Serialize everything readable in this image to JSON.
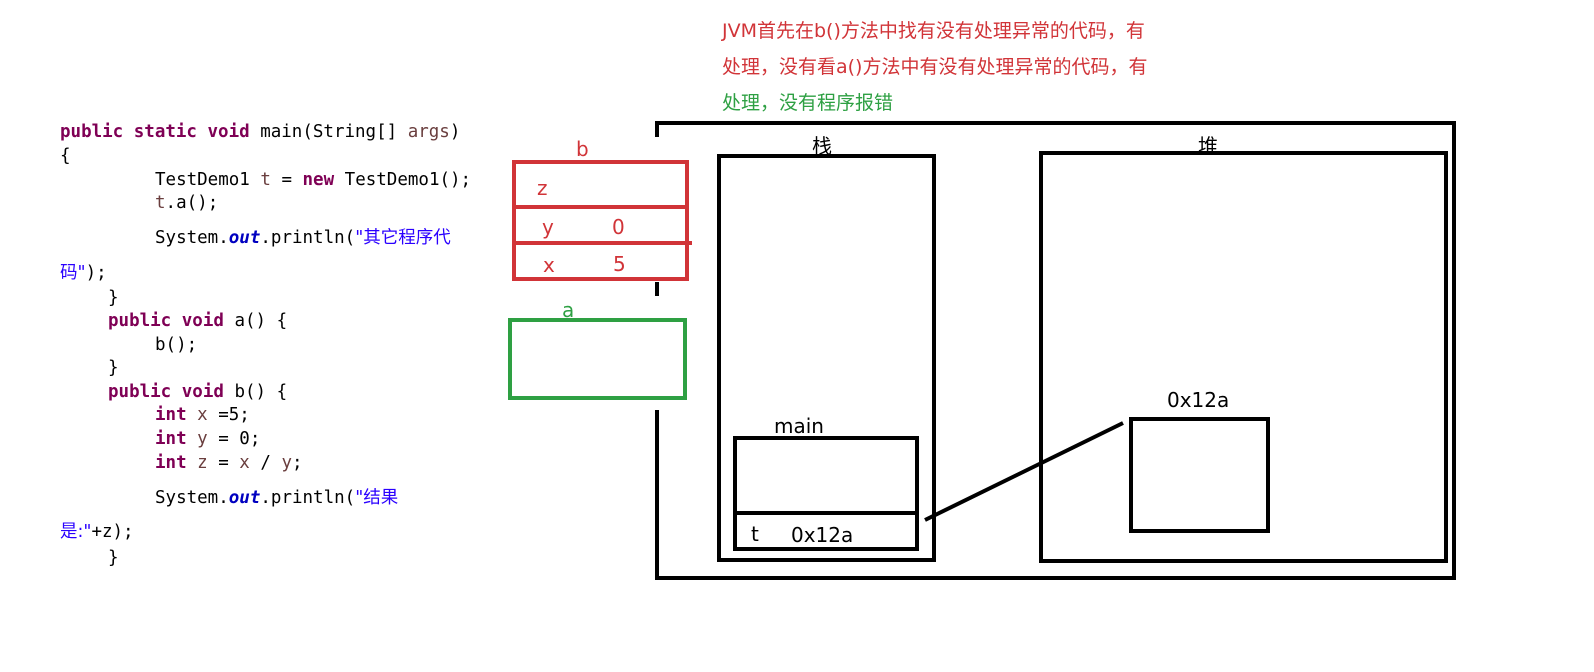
{
  "code": {
    "main_sig_kw": "public static void",
    "main_sig_rest": " main(String[] ",
    "main_sig_args": "args",
    "main_sig_end": ")",
    "open_brace": "{",
    "l_new_type": "TestDemo1 ",
    "l_new_var": "t",
    "l_new_eq": " = ",
    "l_new_kw": "new",
    "l_new_rest": " TestDemo1();",
    "l_call_a_var": "t",
    "l_call_a_rest": ".a();",
    "l_print1_pre": "System.",
    "l_print1_out": "out",
    "l_print1_mid": ".println(",
    "l_print1_str": "\"其它程序代",
    "l_print1_wrap_str": "码\"",
    "l_print1_wrap_end": ");",
    "close_main": "}",
    "a_sig_kw": "public void",
    "a_sig_rest": " a() {",
    "a_body": "b();",
    "close_a": "}",
    "b_sig_kw": "public void",
    "b_sig_rest": " b() {",
    "int_kw": "int",
    "l_x_var": " x",
    "l_x_rest": " =5;",
    "l_y_var": " y",
    "l_y_rest": " = 0;",
    "l_z_var": " z",
    "l_z_eq": " = ",
    "l_z_x": "x",
    "l_z_div": " / ",
    "l_z_y": "y",
    "l_z_end": ";",
    "l_print2_pre": "System.",
    "l_print2_out": "out",
    "l_print2_mid": ".println(",
    "l_print2_str": "\"结果",
    "l_print2_wrap_str": "是:\"",
    "l_print2_wrap_end": "+z);",
    "close_b": "}"
  },
  "annotation": {
    "line1": "JVM首先在b()方法中找有没有处理异常的代码，有",
    "line2_red": "处理，没有看a()方法中有没有处理异常的代码，有",
    "line3": "处理，没有程序报错"
  },
  "frames": {
    "b_label": "b",
    "b_rows": [
      {
        "name": "z",
        "value": ""
      },
      {
        "name": "y",
        "value": "0"
      },
      {
        "name": "x",
        "value": "5"
      }
    ],
    "a_label": "a"
  },
  "memory": {
    "stack_label": "栈",
    "heap_label": "堆",
    "main_label": "main",
    "t_name": "t",
    "t_value": "0x12a",
    "object_label": "0x12a"
  },
  "colors": {
    "frame_b": "#d13438",
    "frame_a": "#2ea043",
    "outline": "#000000"
  }
}
